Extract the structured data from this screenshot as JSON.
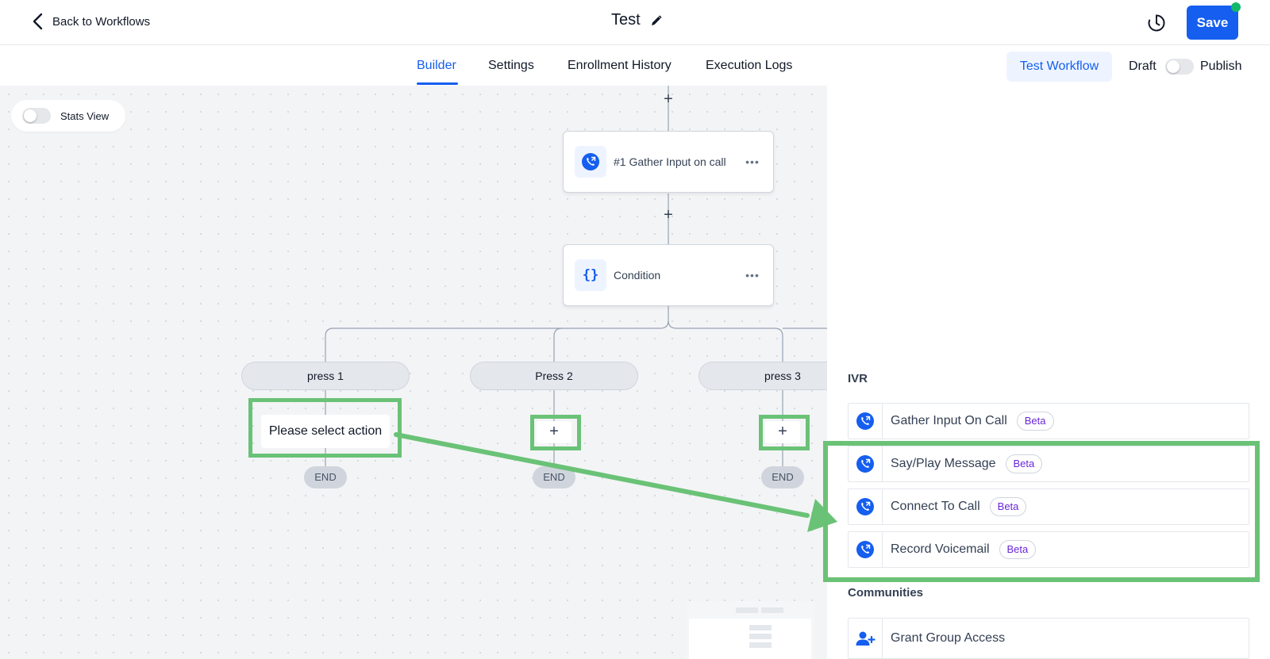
{
  "header": {
    "back_label": "Back to Workflows",
    "title": "Test",
    "save_label": "Save"
  },
  "tabs": [
    {
      "label": "Builder",
      "active": true
    },
    {
      "label": "Settings",
      "active": false
    },
    {
      "label": "Enrollment History",
      "active": false
    },
    {
      "label": "Execution Logs",
      "active": false
    }
  ],
  "toolbar": {
    "test_workflow_label": "Test Workflow",
    "draft_label": "Draft",
    "publish_label": "Publish",
    "publish_on": false
  },
  "canvas": {
    "stats_view_label": "Stats View",
    "stats_view_on": false,
    "nodes": [
      {
        "label": "#1 Gather Input on call",
        "icon": "phone-icon"
      },
      {
        "label": "Condition",
        "icon": "braces-icon"
      }
    ],
    "branches": [
      {
        "label": "press 1",
        "action_label": "Please select action",
        "end_label": "END"
      },
      {
        "label": "Press 2",
        "end_label": "END"
      },
      {
        "label": "press 3",
        "end_label": "END"
      }
    ],
    "add_symbol": "+",
    "more_symbol": "•••"
  },
  "panel": {
    "sections": [
      {
        "title": "IVR",
        "items": [
          {
            "label": "Gather Input On Call",
            "badge": "Beta",
            "icon": "phone-icon"
          },
          {
            "label": "Say/Play Message",
            "badge": "Beta",
            "icon": "phone-icon"
          },
          {
            "label": "Connect To Call",
            "badge": "Beta",
            "icon": "phone-icon"
          },
          {
            "label": "Record Voicemail",
            "badge": "Beta",
            "icon": "phone-icon"
          }
        ]
      },
      {
        "title": "Communities",
        "items": [
          {
            "label": "Grant Group Access",
            "icon": "user-plus-icon"
          }
        ]
      }
    ]
  },
  "colors": {
    "primary": "#155eef",
    "annotation": "#6ac277",
    "beta": "#6927da",
    "status_dot": "#12b76a"
  }
}
